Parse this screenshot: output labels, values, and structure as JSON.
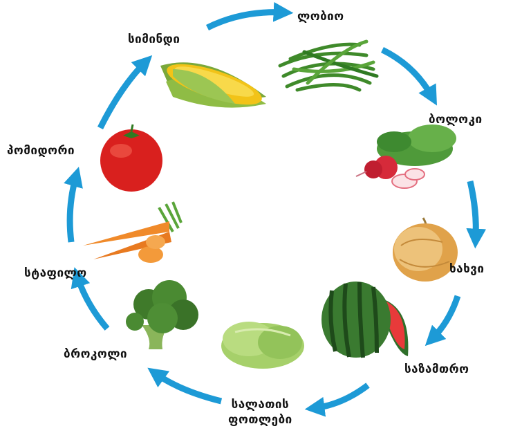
{
  "labels": {
    "beans": "ლობიო",
    "radish": "ბოლოკი",
    "onion": "ხახვი",
    "watermelon": "საზამთრო",
    "lettuce_line1": "სალათის",
    "lettuce_line2": "ფოთლები",
    "broccoli": "ბროკოლი",
    "carrot": "სტაფილო",
    "tomato": "პომიდორი",
    "corn": "სიმინდი"
  },
  "icons": [
    "corn-icon",
    "beans-icon",
    "radish-icon",
    "onion-icon",
    "watermelon-icon",
    "lettuce-icon",
    "broccoli-icon",
    "carrot-icon",
    "tomato-icon"
  ],
  "colors": {
    "arrow": "#1d9ad6"
  }
}
